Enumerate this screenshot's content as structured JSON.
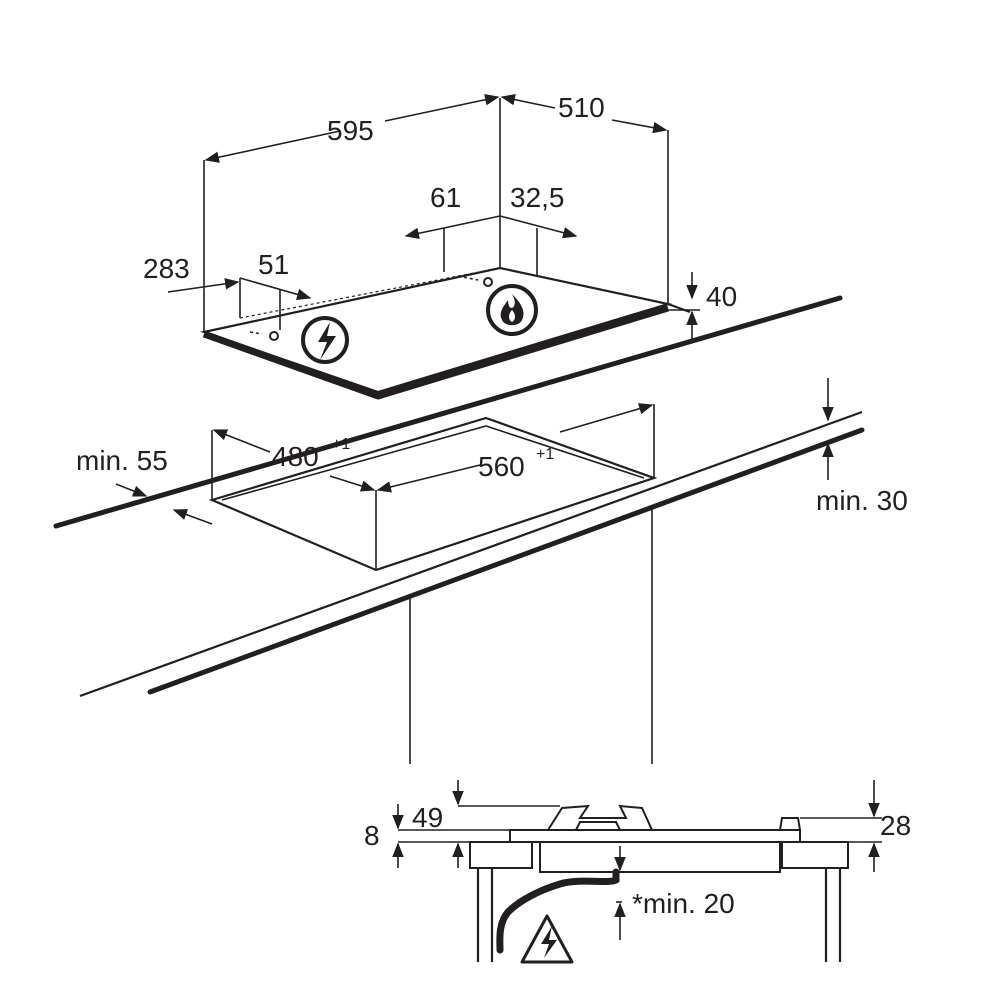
{
  "dimensions": {
    "hob_width": "595",
    "hob_depth": "510",
    "left_offset": "283",
    "left_gap": "51",
    "rear_gap": "61",
    "rear_offset": "32,5",
    "hob_height": "40",
    "cutout_depth": "480",
    "cutout_depth_tol": "+1",
    "cutout_width": "560",
    "cutout_width_tol": "+1",
    "front_min": "min. 55",
    "side_min": "min. 30",
    "section_8": "8",
    "section_49": "49",
    "section_28": "28",
    "section_min20": "*min. 20"
  },
  "icons": {
    "electric": "electric-warning-icon",
    "gas": "gas-flame-icon"
  },
  "colors": {
    "line": "#231f20",
    "background": "#ffffff"
  }
}
